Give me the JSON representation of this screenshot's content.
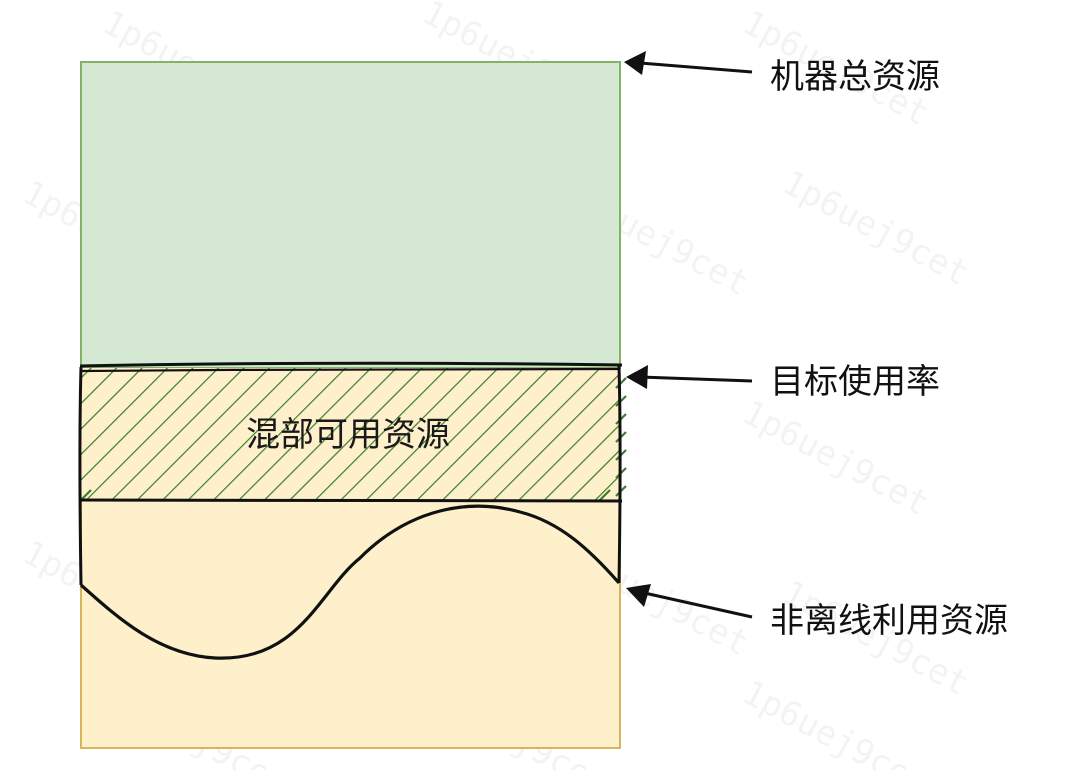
{
  "labels": {
    "total": "机器总资源",
    "target": "目标使用率",
    "non_offline": "非离线利用资源",
    "mixed_available": "混部可用资源"
  },
  "watermark_text": "1p6uej9cet",
  "colors": {
    "green_fill": "#d5e8d4",
    "green_stroke": "#82b366",
    "hatch": "#3a7d2c",
    "orange_fill": "#fff0cc",
    "orange_stroke": "#d6b656",
    "outline": "#111111"
  }
}
